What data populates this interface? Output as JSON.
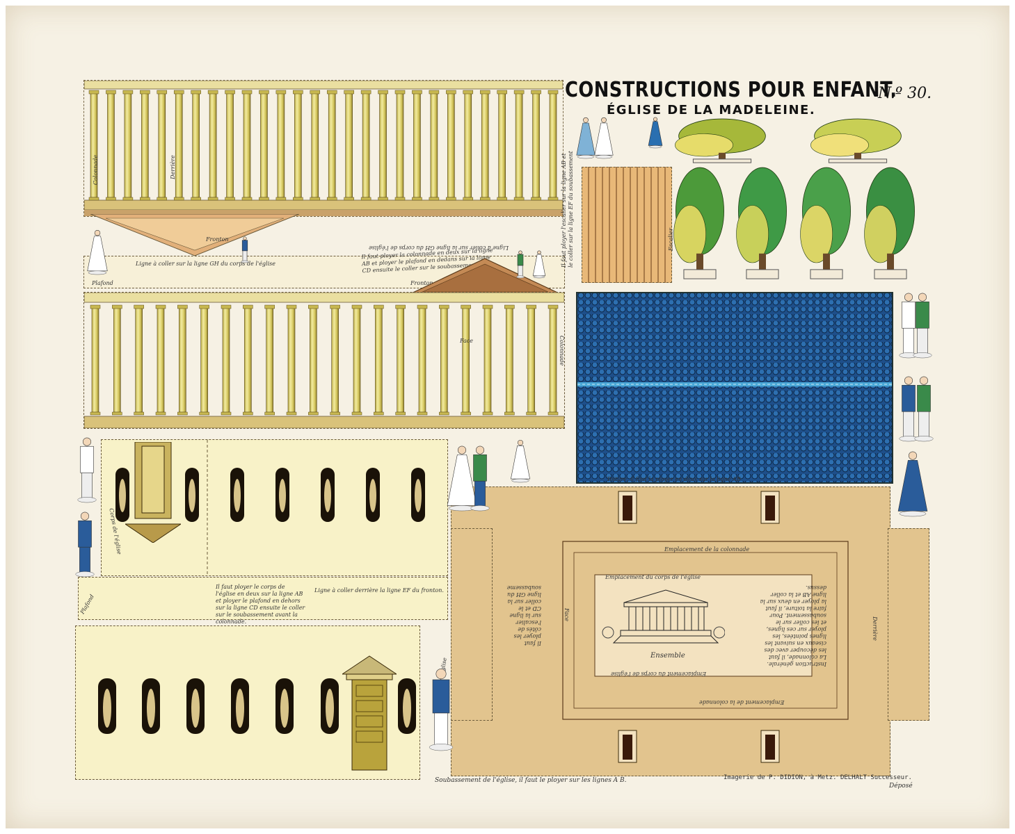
{
  "title": "CONSTRUCTIONS POUR ENFANT.",
  "number": "N.º 30.",
  "subtitle": "ÉGLISE DE LA MADELEINE.",
  "labels": {
    "derriere_top": "Derrière",
    "colonnade_left": "Colonnade",
    "colonnade_right": "Colonnade",
    "face": "Face",
    "plafond": "Plafond",
    "plafond2": "Plafond",
    "fronton": "Fronton",
    "fronton2": "Fronton",
    "escalier": "Escalier",
    "ligne_gh": "Ligne à coller sur la ligne GH du corps de l'église",
    "ligne_gh_rev": "Ligne à coller sur la ligne GH du corps de l'église",
    "instr_colonnade": "Il faut ployer la colonnade en deux sur la ligne AB et ployer le plafond en dedans sur la ligne CD ensuite le coller sur le soubassement.",
    "instr_escalier": "Il faut ployer l'escalier sur la ligne AB et le coller sur la ligne EF du soubassement",
    "instr_corps": "Il faut ployer le corps de l'église en deux sur la ligne AB et ployer le plafond en dehors sur la ligne CD ensuite le coller sur le soubassement avant la colonnade.",
    "ligne_fronton": "Ligne à coller derrière la ligne EF du fronton.",
    "toiture": "Toiture, il faut la ployer en deux sur la ligne AB",
    "corps_eglise": "Corps de l'église",
    "corps_eglise2": "Corps de l'église",
    "emplacement_colonnade": "Emplacement de la colonnade",
    "emplacement_colonnade_rev": "Emplacement de la colonnade",
    "emplacement_corps": "Emplacement du corps de l'église",
    "emplacement_corps_rev": "Emplacement du corps de l'église",
    "ensemble": "Ensemble",
    "face_base": "Face",
    "derriere_base": "Derrière",
    "instr_generale": "Instruction générale. La colonnade, il faut les découper avec des ciseaux en suivant les lignes pointées, les ployer sur ces lignes, et les coller sur le soubassement. Pour faire la toiture, il faut la ployer en deux sur la ligne AB et la coller dessus.",
    "instr_escalier_base": "Il faut ployer les côtés de l'escalier sur la ligne CD et le coller sur la ligne GH du soubassement",
    "soubassement": "Soubassement de l'église, il faut le ployer sur les lignes A B.",
    "imprint": "Imagerie de P. DIDION, à Metz. DELHALT Successeur.",
    "depose": "Déposé"
  }
}
